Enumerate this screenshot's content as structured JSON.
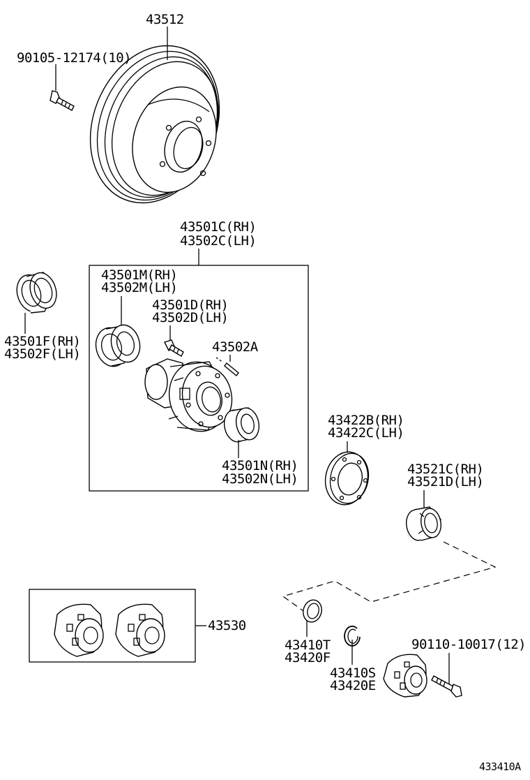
{
  "labels": {
    "rotor": "43512",
    "rotor_bolt": "90105-12174(10)",
    "hub_assy_rh": "43501C(RH)",
    "hub_assy_lh": "43502C(LH)",
    "outer_bearing_rh": "43501M(RH)",
    "outer_bearing_lh": "43502M(LH)",
    "hub_bolt_rh": "43501D(RH)",
    "hub_bolt_lh": "43502D(LH)",
    "pin": "43502A",
    "oil_seal_rh": "43501F(RH)",
    "oil_seal_lh": "43502F(LH)",
    "inner_bearing_rh": "43501N(RH)",
    "inner_bearing_lh": "43502N(LH)",
    "gasket_rh": "43422B(RH)",
    "gasket_lh": "43422C(LH)",
    "locknut_rh": "43521C(RH)",
    "locknut_lh": "43521D(LH)",
    "hub_set": "43530",
    "washer_a": "43410T",
    "washer_b": "43420F",
    "snap_ring_a": "43410S",
    "snap_ring_b": "43420E",
    "cap_bolt": "90110-10017(12)",
    "drawing_code": "433410A"
  }
}
